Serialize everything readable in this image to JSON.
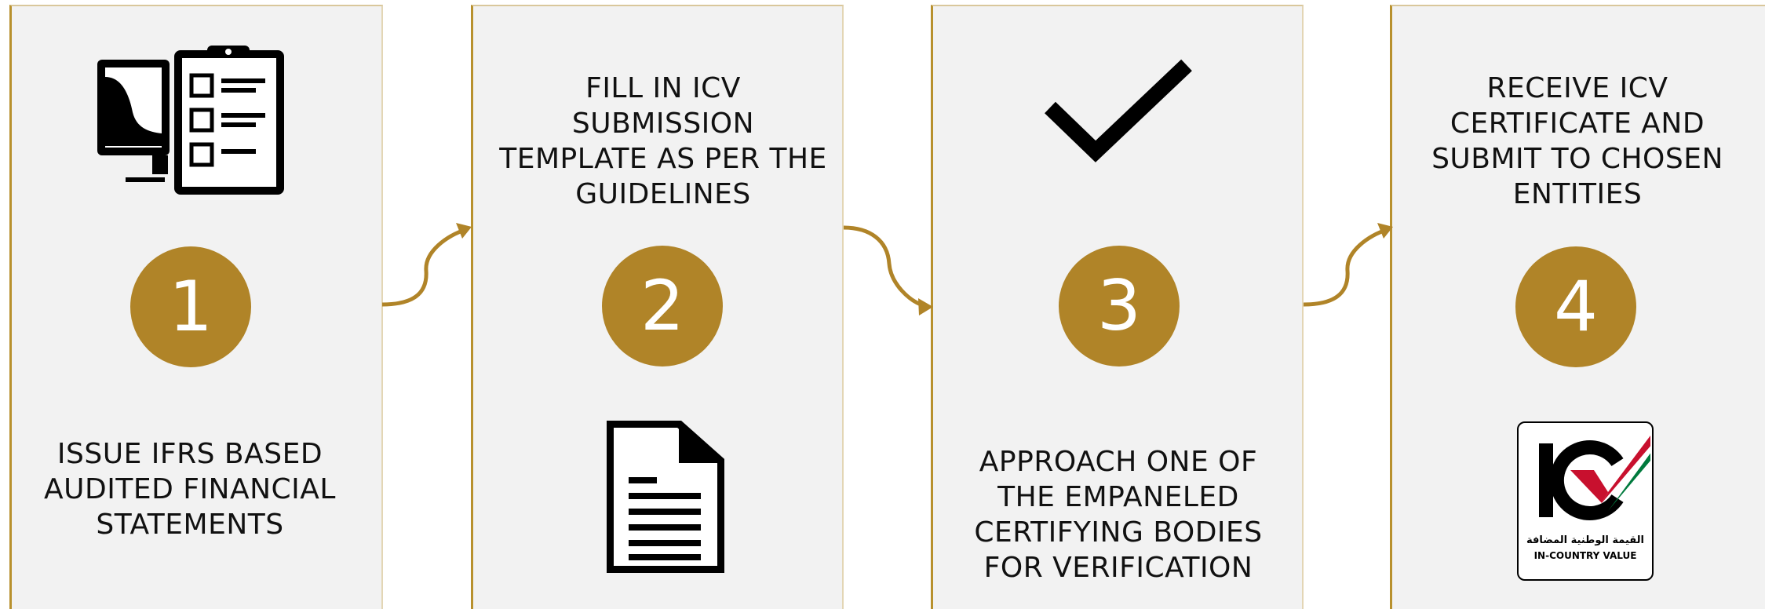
{
  "colors": {
    "accent": "#b08428",
    "panel": "#f2f2f2",
    "border": "#b8912e",
    "text": "#111111"
  },
  "steps": [
    {
      "number": "1",
      "text": "ISSUE IFRS BASED AUDITED FINANCIAL STATEMENTS",
      "icon": "computer-checklist-icon"
    },
    {
      "number": "2",
      "text": "FILL IN ICV SUBMISSION TEMPLATE AS PER THE GUIDELINES",
      "icon": "document-icon"
    },
    {
      "number": "3",
      "text": "APPROACH ONE OF THE EMPANELED CERTIFYING BODIES FOR VERIFICATION",
      "icon": "checkmark-icon"
    },
    {
      "number": "4",
      "text": "RECEIVE ICV CERTIFICATE AND SUBMIT TO CHOSEN ENTITIES",
      "icon": "icv-logo"
    }
  ],
  "logo": {
    "arabic": "القيمة الوطنية المضافة",
    "english": "IN-COUNTRY VALUE"
  }
}
